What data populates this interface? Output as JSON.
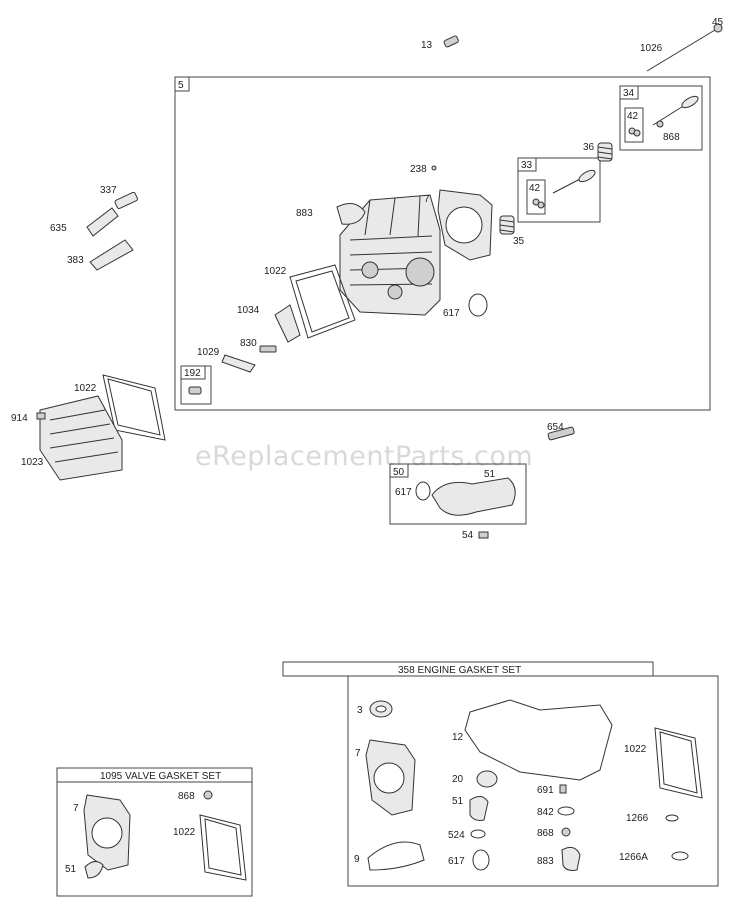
{
  "watermark": "eReplacementParts.com",
  "main_assembly": {
    "box_label": "5",
    "sub_boxes": {
      "intake_valve": "34",
      "intake_valve_inner": "42",
      "exhaust_valve": "33",
      "exhaust_valve_inner": "42",
      "breather_part": "192"
    }
  },
  "intake_box_label": "50",
  "labels": {
    "p13": "13",
    "p45": "45",
    "p1026": "1026",
    "p868_top": "868",
    "p36": "36",
    "p238": "238",
    "p7_top": "7",
    "p883_top": "883",
    "p35": "35",
    "p337": "337",
    "p635": "635",
    "p383": "383",
    "p1022_head": "1022",
    "p1034": "1034",
    "p617_head": "617",
    "p830": "830",
    "p1029": "1029",
    "p1022_cover": "1022",
    "p914": "914",
    "p1023": "1023",
    "p654": "654",
    "p51_intake": "51",
    "p617_intake": "617",
    "p54": "54"
  },
  "valve_gasket_set": {
    "title": "1095 VALVE GASKET SET",
    "labels": {
      "p7": "7",
      "p868": "868",
      "p1022": "1022",
      "p51": "51"
    }
  },
  "engine_gasket_set": {
    "title": "358 ENGINE GASKET SET",
    "labels": {
      "p3": "3",
      "p12": "12",
      "p1022": "1022",
      "p7": "7",
      "p20": "20",
      "p691": "691",
      "p51": "51",
      "p842": "842",
      "p1266": "1266",
      "p524": "524",
      "p868": "868",
      "p9": "9",
      "p617": "617",
      "p883": "883",
      "p1266A": "1266A"
    }
  }
}
